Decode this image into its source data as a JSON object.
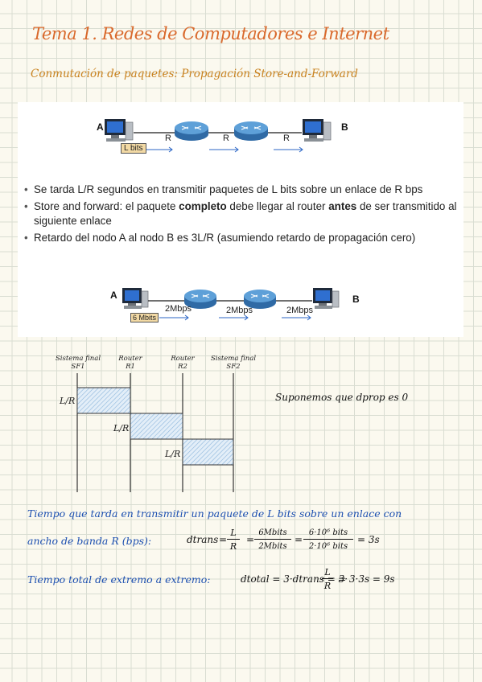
{
  "page": {
    "title": "Tema 1. Redes de Computadores e Internet",
    "subtitle": "Conmutación de paquetes: Propagación Store-and-Forward"
  },
  "diagram1": {
    "node_a": "A",
    "node_b": "B",
    "packet": "L bits",
    "link_labels": [
      "R",
      "R",
      "R"
    ]
  },
  "bullets": [
    {
      "before": "Se tarda L/R segundos en transmitir paquetes de L bits sobre un enlace de R bps",
      "b1": "",
      "mid": "",
      "b2": "",
      "after": ""
    },
    {
      "before": "Store and forward: el paquete ",
      "b1": "completo",
      "mid": " debe llegar al router ",
      "b2": "antes",
      "after": " de ser transmitido al siguiente enlace"
    },
    {
      "before": "Retardo del nodo A al nodo B es 3L/R (asumiendo retardo de propagación cero)",
      "b1": "",
      "mid": "",
      "b2": "",
      "after": ""
    }
  ],
  "diagram2": {
    "node_a": "A",
    "node_b": "B",
    "packet": "6 Mbits",
    "link_labels": [
      "2Mbps",
      "2Mbps",
      "2Mbps"
    ]
  },
  "timing": {
    "headers": [
      {
        "line1": "Sistema final",
        "line2": "SF1"
      },
      {
        "line1": "Router",
        "line2": "R1"
      },
      {
        "line1": "Router",
        "line2": "R2"
      },
      {
        "line1": "Sistema final",
        "line2": "SF2"
      }
    ],
    "interval_label": "L/R",
    "note": "Suponemos que dprop es 0"
  },
  "formulas": {
    "line1": "Tiempo que tarda en transmitir un paquete de L bits sobre un enlace con",
    "line2": "ancho de banda R (bps):",
    "dtrans": "dtrans",
    "eq": "=",
    "L": "L",
    "R": "R",
    "num1": "6Mbits",
    "den1": "2Mbits",
    "num2": "6·10⁶ bits",
    "den2": "2·10⁶ bits",
    "result1": "= 3s",
    "line3": "Tiempo total de extremo a extremo:",
    "dtotal": "dtotal = 3·dtrans = 3·",
    "result2": "= 3·3s = 9s"
  },
  "colors": {
    "title": "#d9692c",
    "subtitle": "#c9821f",
    "handwriting_blue": "#1c4fb0",
    "link_arrow": "#2b66c6",
    "router": "#4c8fc9",
    "packet_box": "#f2d9a4",
    "hatch": "#8cb6dc"
  }
}
